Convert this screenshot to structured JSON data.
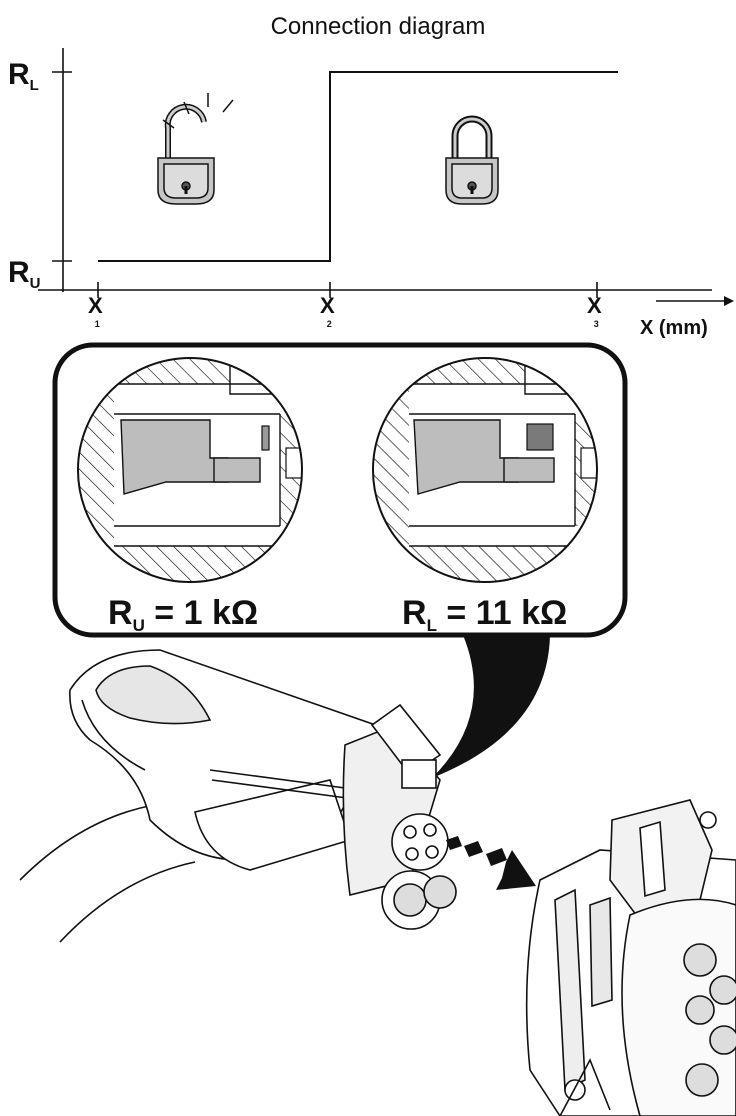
{
  "title": "Connection diagram",
  "axes": {
    "y_top": {
      "main": "R",
      "sub": "L"
    },
    "y_bottom": {
      "main": "R",
      "sub": "U"
    },
    "x_unit": "X (mm)",
    "x_ticks": [
      {
        "main": "X",
        "sub": "1"
      },
      {
        "main": "X",
        "sub": "2"
      },
      {
        "main": "X",
        "sub": "3"
      }
    ]
  },
  "states": {
    "unlocked_icon": "padlock-open-icon",
    "locked_icon": "padlock-closed-icon"
  },
  "detail": {
    "left": {
      "main": "R",
      "sub": "U",
      "value": " = 1 kΩ"
    },
    "right": {
      "main": "R",
      "sub": "L",
      "value": " = 11 kΩ"
    }
  },
  "colors": {
    "line": "#111111",
    "fill_gray": "#bdbdbd",
    "fill_dark": "#7a7a7a"
  }
}
